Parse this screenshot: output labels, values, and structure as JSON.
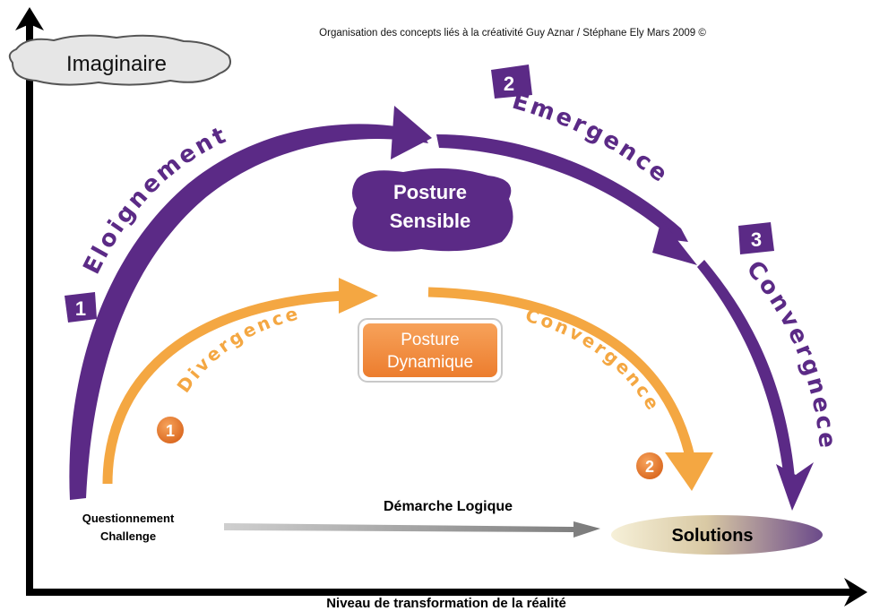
{
  "credit": "Organisation des concepts liés à la créativité Guy Aznar / Stéphane Ely Mars 2009 ©",
  "y_axis_label": "Imaginaire",
  "x_axis_label": "Niveau de transformation de la réalité",
  "start_label_line1": "Questionnement",
  "start_label_line2": "Challenge",
  "logic_label": "Démarche Logique",
  "solutions_label": "Solutions",
  "sensible": {
    "line1": "Posture",
    "line2": "Sensible",
    "steps": [
      {
        "number": "1",
        "label": "Eloignement"
      },
      {
        "number": "2",
        "label": "Emergence"
      },
      {
        "number": "3",
        "label": "Convergnece"
      }
    ]
  },
  "dynamic": {
    "line1": "Posture",
    "line2": "Dynamique",
    "steps": [
      {
        "number": "1",
        "label": "Divergence"
      },
      {
        "number": "2",
        "label": "Convergence"
      }
    ]
  },
  "colors": {
    "purple": "#5b2a86",
    "purple_dark": "#4a1f73",
    "orange": "#f4a742",
    "orange_box": "#f28a3c",
    "orange_badge": "#e8782a",
    "gray_arrow": "#8f8f8f",
    "black": "#000000"
  }
}
